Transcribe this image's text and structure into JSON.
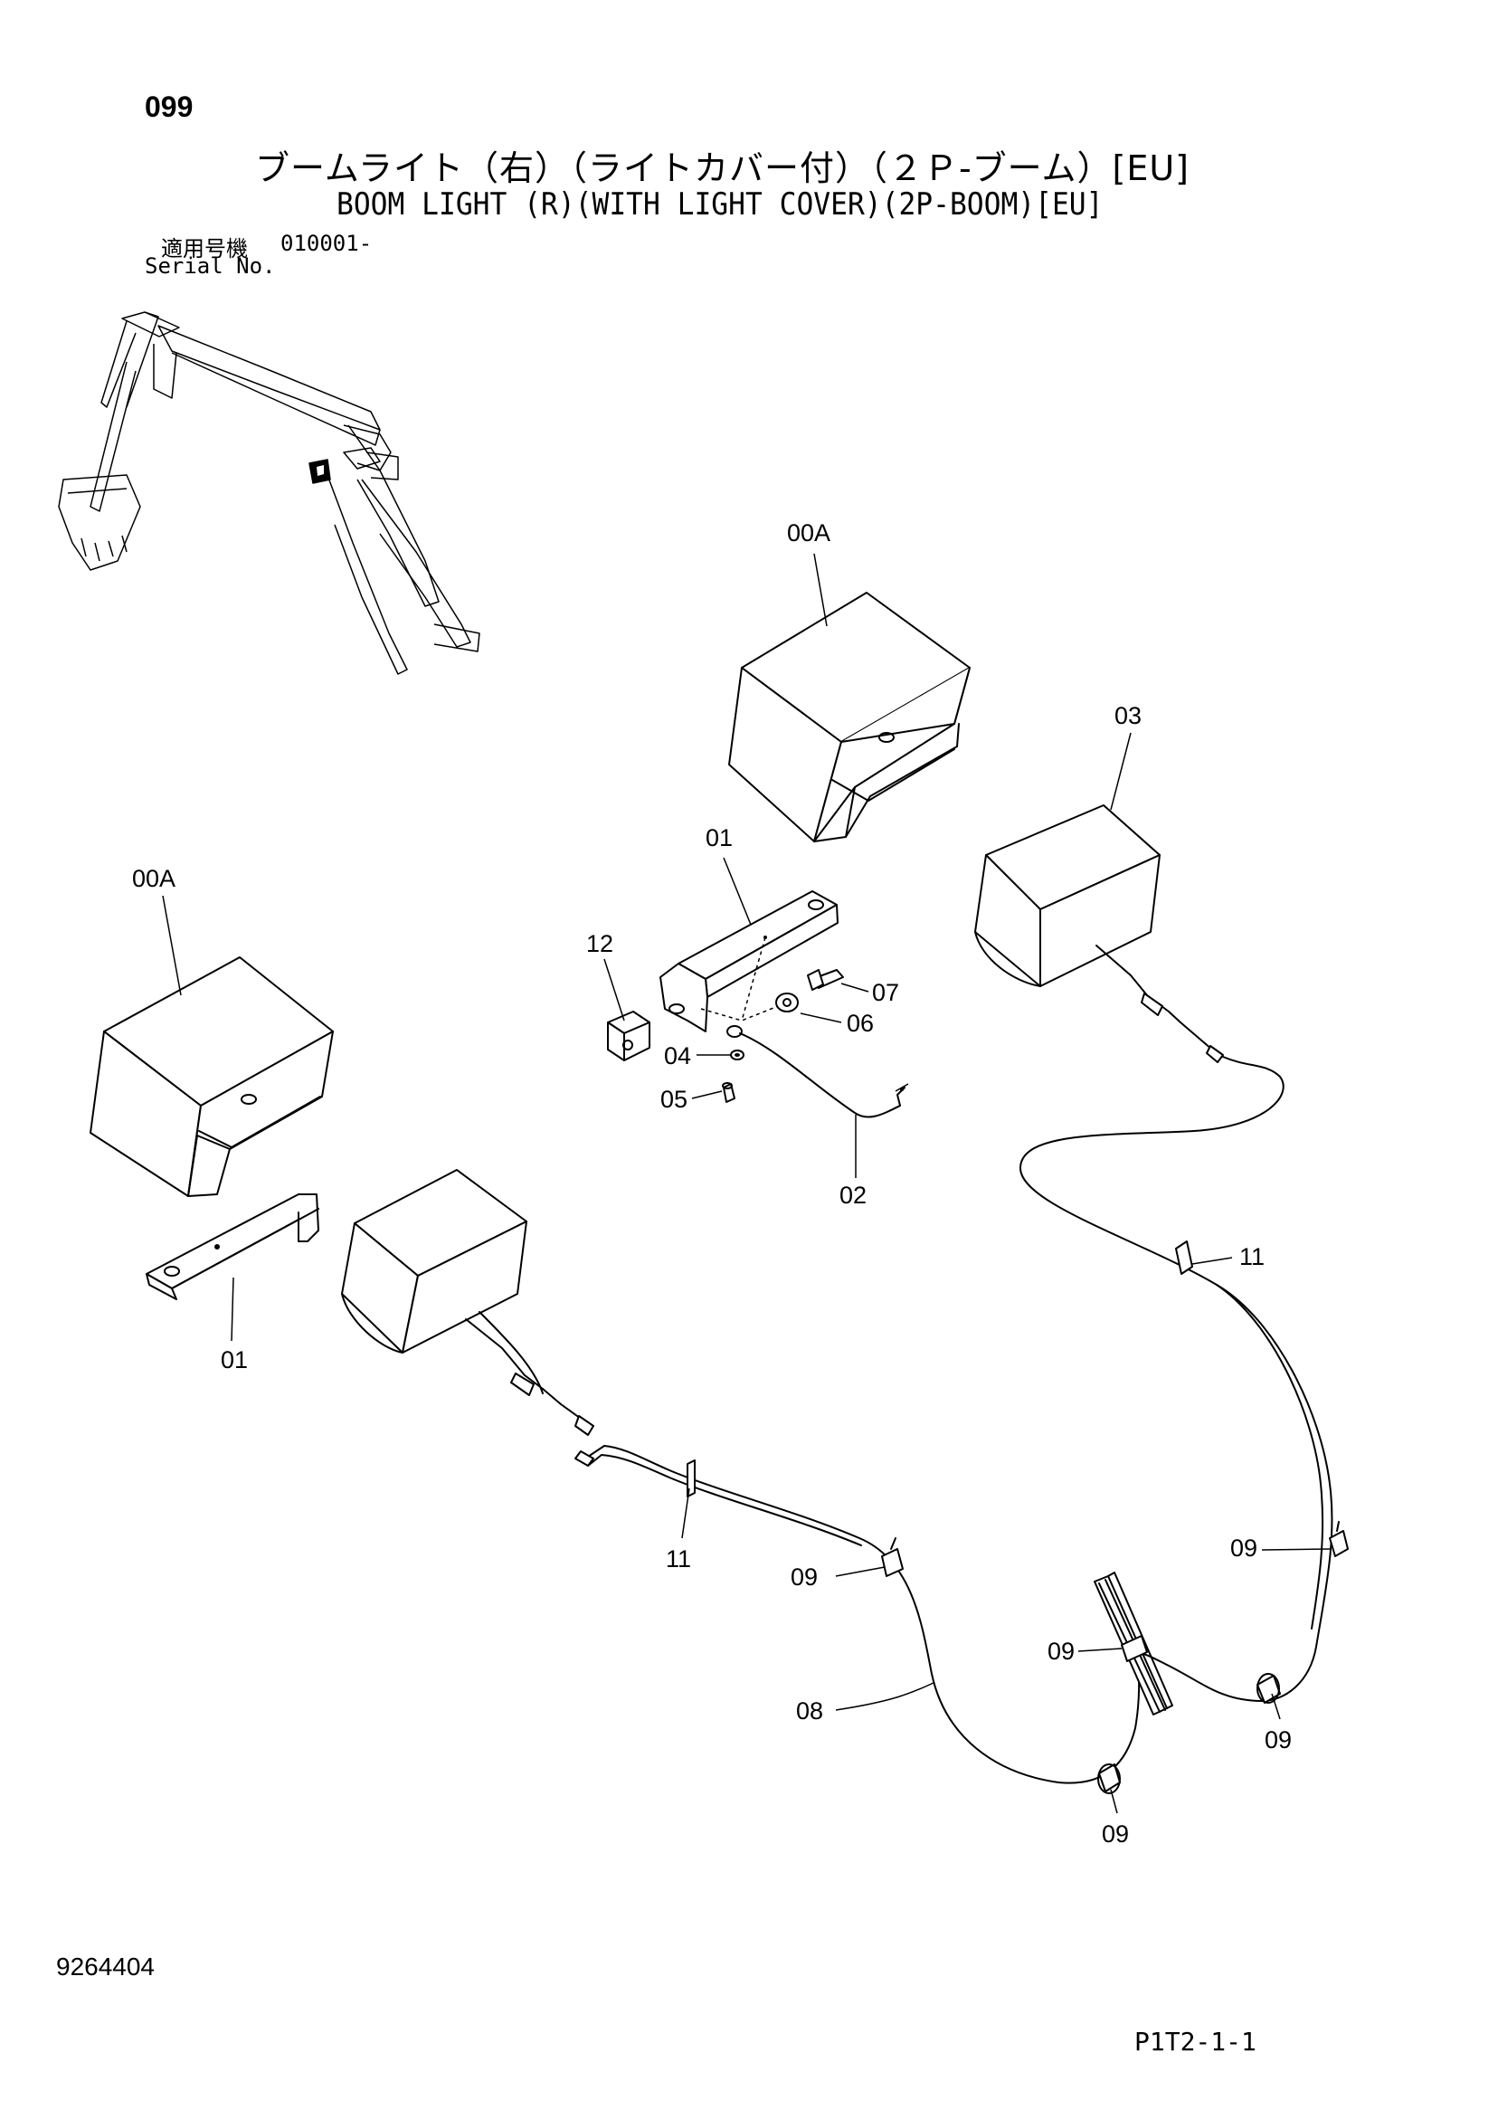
{
  "header": {
    "page_no": "099",
    "title_jp": "ブームライト（右）（ライトカバー付）（２Ｐ-ブーム）[EU]",
    "title_en": "BOOM LIGHT (R)(WITH LIGHT COVER)(2P-BOOM)[EU]",
    "serial_label_jp": "適用号機",
    "serial_value": "010001-",
    "serial_label_en": "Serial No."
  },
  "callouts": {
    "c00a_top": "00A",
    "c00a_left": "00A",
    "c01_top": "01",
    "c01_left": "01",
    "c02": "02",
    "c03": "03",
    "c04": "04",
    "c05": "05",
    "c06": "06",
    "c07": "07",
    "c08": "08",
    "c09_a": "09",
    "c09_b": "09",
    "c09_c": "09",
    "c09_d": "09",
    "c09_e": "09",
    "c11_a": "11",
    "c11_b": "11",
    "c12": "12"
  },
  "footer": {
    "doc_number": "9264404",
    "page_code": "P1T2-1-1"
  }
}
